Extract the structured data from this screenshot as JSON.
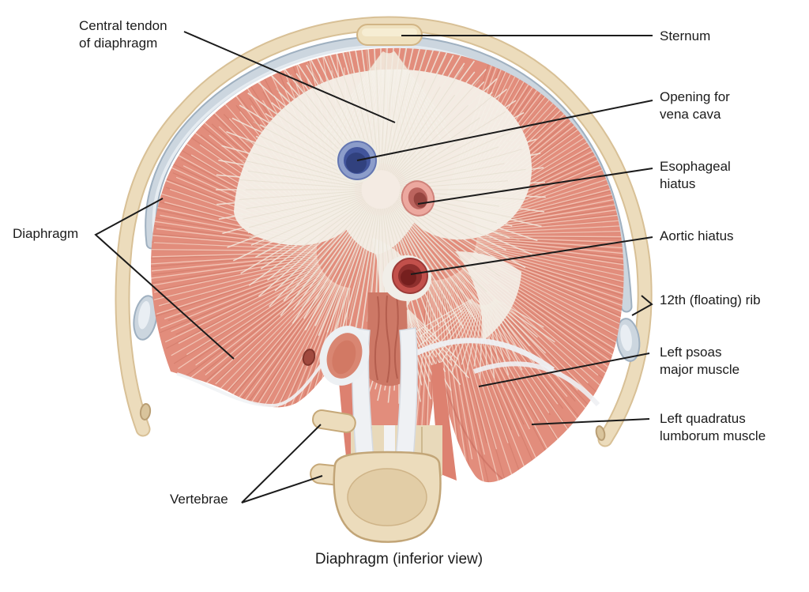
{
  "figure": {
    "type": "anatomical-diagram",
    "caption": "Diaphragm (inferior view)",
    "labels": {
      "central_tendon": "Central tendon\nof diaphragm",
      "sternum": "Sternum",
      "vena_cava": "Opening for\nvena cava",
      "esophageal_hiatus": "Esophageal\nhiatus",
      "aortic_hiatus": "Aortic hiatus",
      "floating_rib": "12th (floating) rib",
      "psoas": "Left psoas\nmajor muscle",
      "quadratus": "Left quadratus\nlumborum muscle",
      "diaphragm": "Diaphragm",
      "vertebrae": "Vertebrae"
    },
    "colors": {
      "muscle": "#e28d7c",
      "muscle_fiber_light": "#f7d7c8",
      "muscle_fiber_dark": "#c9705f",
      "central_tendon_white": "#f4f1ea",
      "costal_cartilage": "#ccd6df",
      "bone": "#ecdcbc",
      "vena_cava_opening": "#41549b",
      "esophageal_opening": "#bb645e",
      "aortic_opening": "#8e2f2d",
      "leader_line": "#1b1b1b"
    }
  }
}
